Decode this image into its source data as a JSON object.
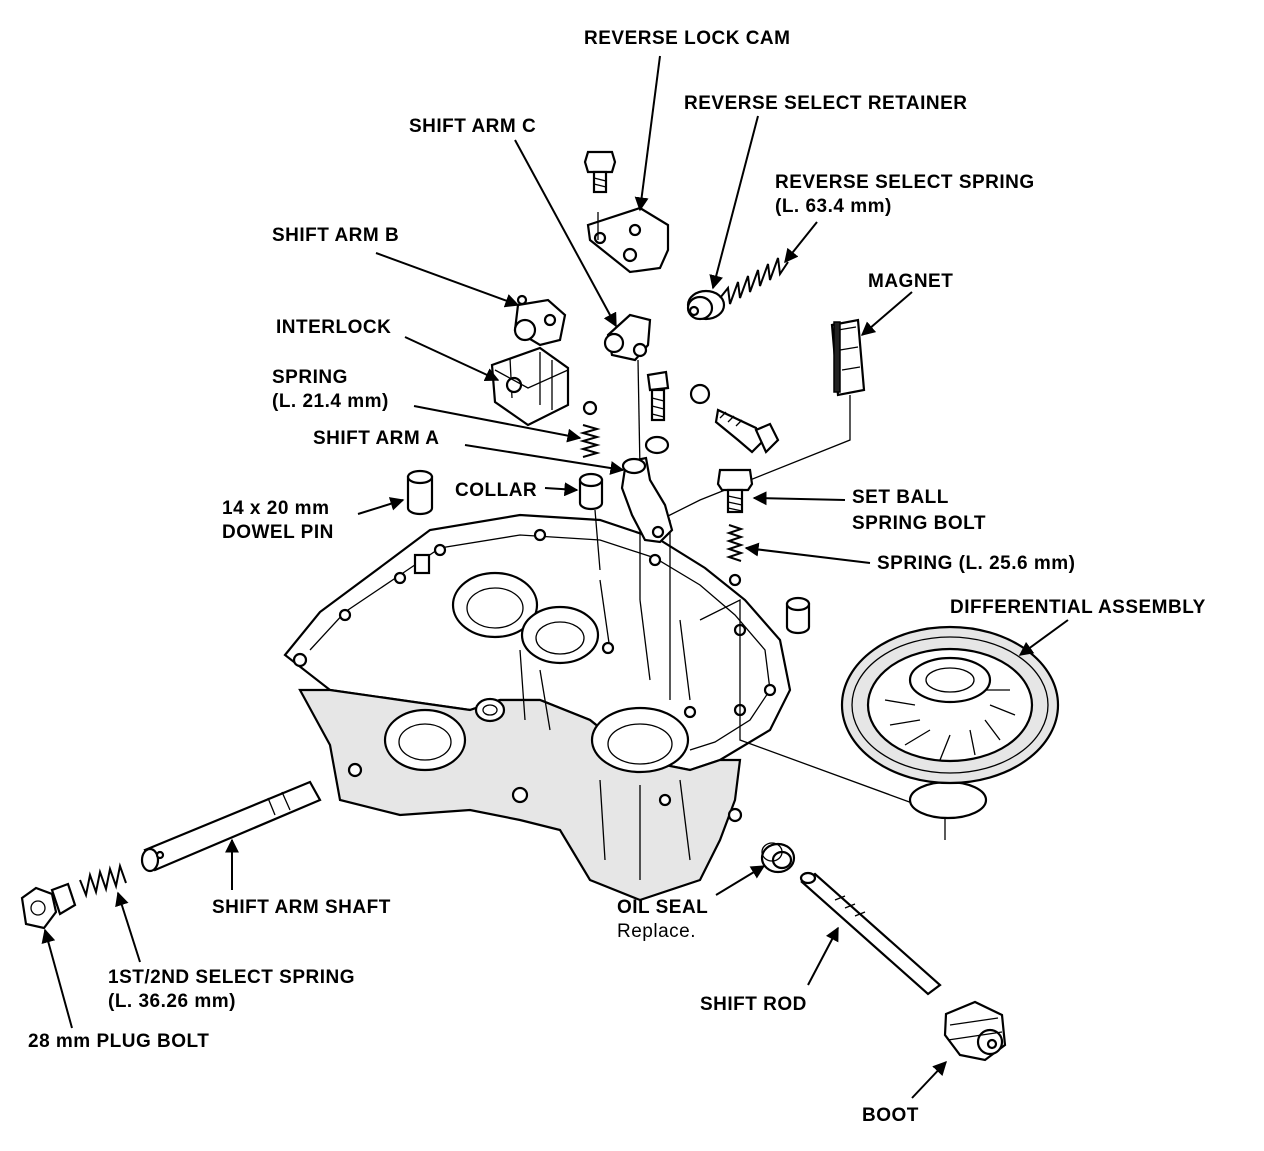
{
  "labels": {
    "reverse_lock_cam": "REVERSE LOCK CAM",
    "reverse_select_retainer": "REVERSE SELECT RETAINER",
    "shift_arm_c": "SHIFT ARM C",
    "reverse_select_spring": "REVERSE SELECT SPRING",
    "reverse_select_spring_len": "(L. 63.4 mm)",
    "shift_arm_b": "SHIFT ARM B",
    "magnet": "MAGNET",
    "interlock": "INTERLOCK",
    "spring": "SPRING",
    "spring_len": "(L. 21.4 mm)",
    "shift_arm_a": "SHIFT ARM A",
    "collar": "COLLAR",
    "dowel_pin_size": "14 x 20 mm",
    "dowel_pin": "DOWEL PIN",
    "set_ball": "SET BALL",
    "spring_bolt": "SPRING BOLT",
    "spring_25": "SPRING (L. 25.6 mm)",
    "differential_assembly": "DIFFERENTIAL ASSEMBLY",
    "shift_arm_shaft": "SHIFT ARM SHAFT",
    "oil_seal": "OIL SEAL",
    "oil_seal_note": "Replace.",
    "select_spring": "1ST/2ND SELECT SPRING",
    "select_spring_len": "(L. 36.26 mm)",
    "plug_bolt": "28 mm PLUG BOLT",
    "shift_rod": "SHIFT ROD",
    "boot": "BOOT"
  }
}
